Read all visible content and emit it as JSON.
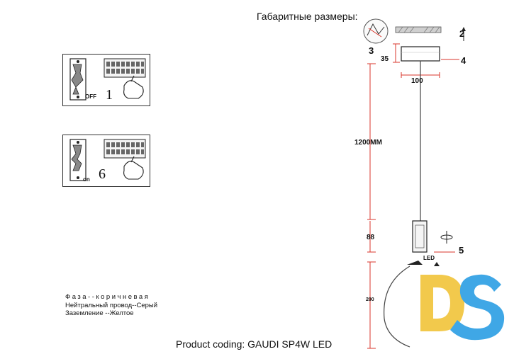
{
  "heading": "Габаритные размеры:",
  "steps": [
    {
      "number": "1",
      "switch_label": "OFF"
    },
    {
      "number": "6",
      "switch_label": "on"
    }
  ],
  "wiring_legend": [
    "Фаза--коричневая",
    "Нейтральный провод--Серый",
    "Заземление --Желтое"
  ],
  "product_coding": "Product coding: GAUDI SP4W LED",
  "dimensions": {
    "cable_length": "1200MM",
    "canopy_height": "35",
    "canopy_width": "100",
    "body_length": "88",
    "arc_height": "200"
  },
  "callouts": [
    "2",
    "3",
    "4",
    "5"
  ],
  "led_label": "LED",
  "logo_text": "DS",
  "colors": {
    "dimension_red": "#d9362b",
    "logo_yellow": "#f2c94c",
    "logo_blue": "#3fa7e6"
  }
}
